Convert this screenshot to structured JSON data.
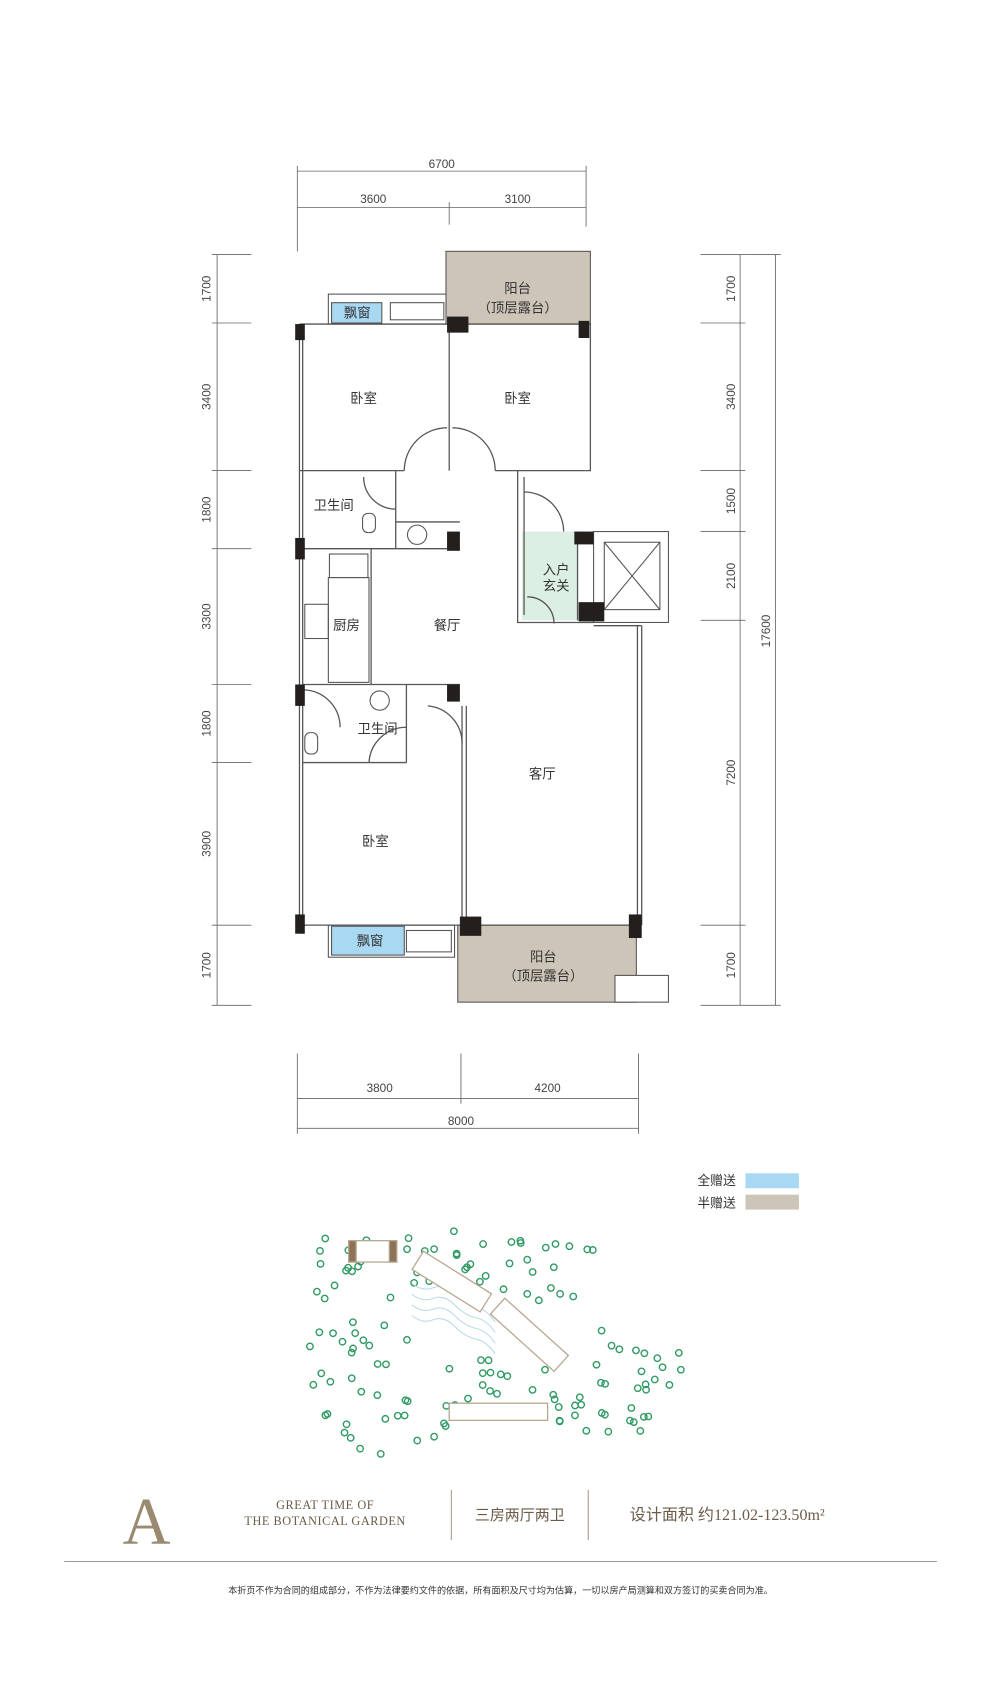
{
  "plan": {
    "rooms": {
      "balcony_top": "阳台",
      "balcony_top_sub": "（顶层露台）",
      "bay_top": "飘窗",
      "bedroom_1": "卧室",
      "bedroom_2": "卧室",
      "bath_1": "卫生间",
      "kitchen": "厨房",
      "dining": "餐厅",
      "entry_1": "入户",
      "entry_2": "玄关",
      "bath_2": "卫生间",
      "living": "客厅",
      "bedroom_3": "卧室",
      "bay_bottom": "飘窗",
      "balcony_bottom": "阳台",
      "balcony_bottom_sub": "（顶层露台）"
    },
    "dimensions": {
      "top_total": "6700",
      "top": [
        "3600",
        "3100"
      ],
      "bottom": [
        "3800",
        "4200"
      ],
      "bottom_total": "8000",
      "left": [
        "1700",
        "3400",
        "1800",
        "3300",
        "1800",
        "3900",
        "1700"
      ],
      "right": [
        "1700",
        "3400",
        "1500",
        "2100",
        "7200",
        "1700"
      ],
      "right_total": "17600"
    }
  },
  "legend": {
    "items": [
      {
        "label": "全赠送",
        "color": "#a9d8f2"
      },
      {
        "label": "半赠送",
        "color": "#cdc5b8"
      }
    ]
  },
  "footer": {
    "type_letter": "A",
    "slogan_1": "GREAT TIME OF",
    "slogan_2": "THE BOTANICAL GARDEN",
    "layout": "三房两厅两卫",
    "area": "设计面积 约121.02-123.50m²",
    "disclaimer": "本折页不作为合同的组成部分，不作为法律要约文件的依据，所有面积及尺寸均为估算，一切以房产局测算和双方签订的买卖合同为准。"
  },
  "colors": {
    "gift_full": "#a9d8f2",
    "gift_half": "#cdc5b8",
    "foyer": "#dcefe3",
    "brand": "#9b8a72"
  }
}
